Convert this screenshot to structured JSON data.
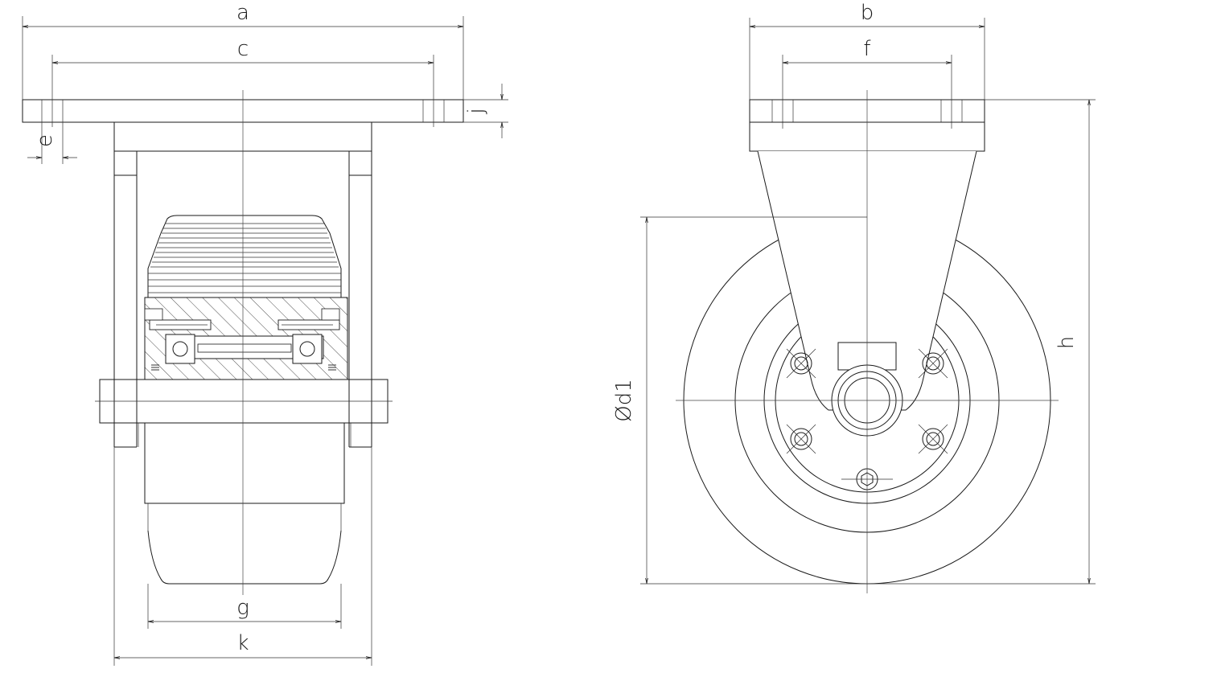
{
  "drawing": {
    "line_color": "#1a1a1a",
    "background": "#ffffff"
  },
  "dimensions": {
    "a": "a",
    "c": "c",
    "e": "e",
    "j": "j",
    "g": "g",
    "k": "k",
    "b": "b",
    "f": "f",
    "h": "h",
    "d1": "Ød1"
  }
}
